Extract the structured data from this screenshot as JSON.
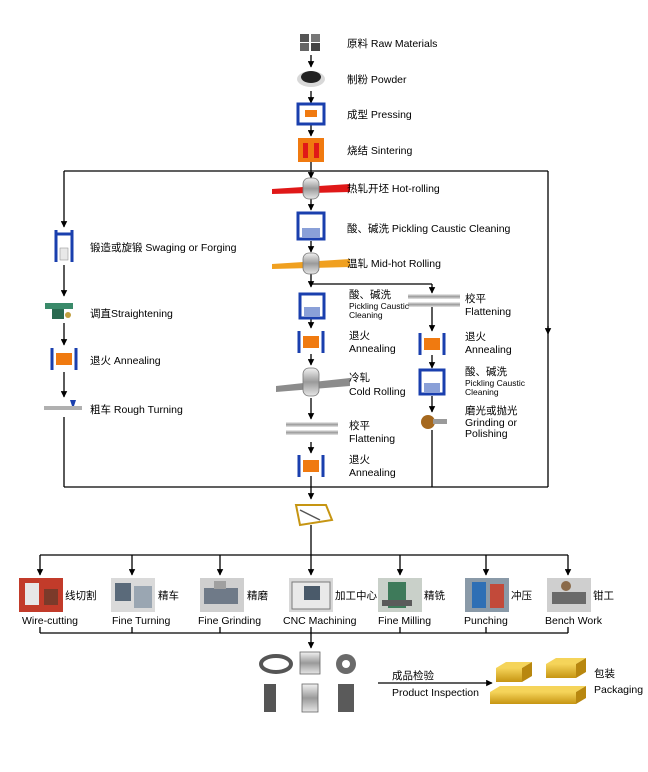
{
  "steps": {
    "raw_materials": "原料  Raw Materials",
    "powder": "制粉  Powder",
    "pressing": "成型  Pressing",
    "sintering": "烧结  Sintering",
    "hot_rolling": "热轧开坯  Hot-rolling",
    "pickling_1": "酸、碱洗  Pickling Caustic Cleaning",
    "mid_hot_rolling": "温轧  Mid-hot Rolling",
    "pickling_2_cn": "酸、碱洗",
    "pickling_2_en_1": "Pickling Caustic",
    "pickling_2_en_2": "Cleaning",
    "annealing_2_cn": "退火",
    "annealing_2_en": "Annealing",
    "cold_rolling_cn": "冷轧",
    "cold_rolling_en": "Cold Rolling",
    "flattening_2_cn": "校平",
    "flattening_2_en": "Flattening",
    "annealing_3_cn": "退火",
    "annealing_3_en": "Annealing",
    "flattening_r_cn": "校平",
    "flattening_r_en": "Flattening",
    "annealing_r_cn": "退火",
    "annealing_r_en": "Annealing",
    "pickling_r_cn": "酸、碱洗",
    "pickling_r_en_1": "Pickling Caustic",
    "pickling_r_en_2": "Cleaning",
    "grinding_cn": "磨光或抛光",
    "grinding_en_1": "Grinding or",
    "grinding_en_2": "Polishing",
    "swaging": "锻造或旋锻  Swaging or Forging",
    "straightening": "调直Straightening",
    "annealing_l": "退火  Annealing",
    "rough_turning": "粗车  Rough Turning"
  },
  "machining": [
    {
      "cn": "线切割",
      "en": "Wire-cutting"
    },
    {
      "cn": "精车",
      "en": "Fine Turning"
    },
    {
      "cn": "精磨",
      "en": "Fine Grinding"
    },
    {
      "cn": "加工中心",
      "en": "CNC Machining"
    },
    {
      "cn": "精铣",
      "en": "Fine Milling"
    },
    {
      "cn": "冲压",
      "en": "Punching"
    },
    {
      "cn": "钳工",
      "en": "Bench Work"
    }
  ],
  "final": {
    "inspection_cn": "成品检验",
    "inspection_en": "Product Inspection",
    "packaging_cn": "包装",
    "packaging_en": "Packaging"
  },
  "colors": {
    "line": "#000000",
    "blue": "#1a3fae",
    "orange": "#f07a10",
    "red": "#e01818",
    "gold": "#e2b21b",
    "steel": "#8c8c8c"
  }
}
